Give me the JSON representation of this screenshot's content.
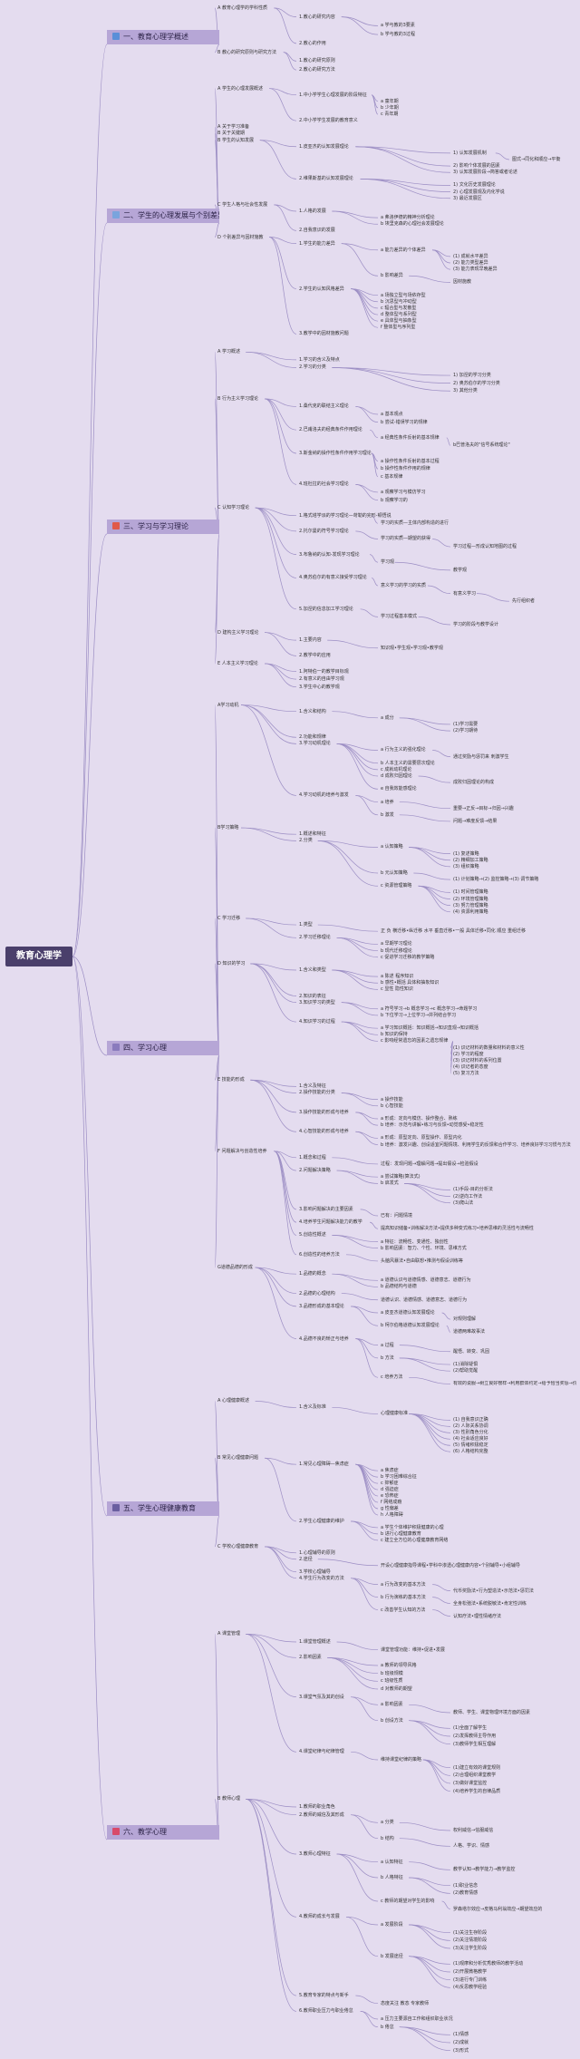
{
  "root": "教育心理学",
  "colors": {
    "line": "#9c8ec4",
    "root_bg": "#4a3f6b",
    "section_bg": "#b6a6d6"
  },
  "sections": [
    {
      "title": "一、教育心理学概述",
      "icon": "doc-icon",
      "icon_color": "#5a8fd8",
      "items": [
        "A 教育心理学的学科性质",
        "1.教心的研究内容",
        "a 学与教的3要素",
        "b 学与教的3过程",
        "2.教心的作用",
        "B 教心的研究原则与研究方法",
        "1.教心的研究原则",
        "2.教心的研究方法"
      ]
    },
    {
      "title": "二、学生的心理发展与个别差异",
      "icon": "puzzle-icon",
      "icon_color": "#7aa4dd",
      "items": [
        "A 学生的心理发展概述",
        "1.中小学学生心理发展的阶段特征",
        "a 童年期",
        "b 少年期",
        "c 青年期",
        "2.中小学学生发展的教育意义",
        "A 关于学习准备",
        "B 关于关键期",
        "B 学生的认知发展",
        "1.皮亚杰的认知发展理论",
        "1) 认知发展机制",
        "图式→同化和顺应→平衡",
        "2) 影响个体发展的因素",
        "3) 认知发展阶段→简答或者论述",
        "2.维果斯基的认知发展理论",
        "1) 文化历史发展理论",
        "2) 心理发展观及内化学说",
        "3) 最近发展区",
        "C 学生人格与社会性发展",
        "1.人格的发展",
        "a 弗洛伊德的精神分析理论",
        "b 埃里克森的心理社会发展理论",
        "2.自我意识的发展",
        "D 个别差异与因材施教",
        "1.学生的能力差异",
        "a 能力差异的个体差异",
        "(1) 成就水平差异",
        "(2) 能力类型差异",
        "(3) 能力表现早晚差异",
        "b 影响差异",
        "因材施教",
        "2.学生的认知风格差异",
        "a 场独立型与场依存型",
        "b 沉思型与冲动型",
        "c 辐合型与发散型",
        "d 整体型与系列型",
        "e 具体型与抽象型",
        "f 整体型与序列型",
        "3.教学中的因材施教问题"
      ]
    },
    {
      "title": "三、学习与学习理论",
      "icon": "fire-icon",
      "icon_color": "#e05a4a",
      "items": [
        "A 学习概述",
        "1.学习的含义及特点",
        "2.学习的分类",
        "1) 加涅的学习分类",
        "2) 奥苏伯尔的学习分类",
        "3) 其他分类",
        "B 行为主义学习理论",
        "1.桑代克的联结主义理论",
        "a 基本观点",
        "b 尝试-错误学习的规律",
        "2.巴甫洛夫的经典条件作用理论",
        "a 经典性条件反射的基本规律",
        "b巴普洛夫的\"信号系统理论\"",
        "3.斯金纳的操作性条件作用学习理论",
        "a 操作性条件反射的基本过程",
        "b 操作性条件作用的规律",
        "c 基本规律",
        "4.班杜拉的社会学习理论",
        "a 观察学习与模仿学习",
        "b 观察学习的",
        "C 认知学习理论",
        "1.格式塔学派的学习理论—苛勒的完形-顿悟说",
        "学习的实质—主体内部构造的进行",
        "2.托尔曼的符号学习理论",
        "学习的实质—期望的获得",
        "学习过程—形成认知地图的过程",
        "3.布鲁纳的认知-发现学习理论",
        "学习观",
        "教学观",
        "4.奥苏伯尔的有意义接受学习理论",
        "意义学习的学习的实质",
        "有意义学习",
        "先行组织者",
        "5.加涅的信息加工学习理论",
        "学习过程基本模式",
        "学习的阶段与教学设计",
        "D 建构主义学习理论",
        "1.主要内容",
        "知识观•学生观•学习观•教学观",
        "2.教学中的应用",
        "E 人本主义学习理论",
        "1.阿特伯一的教学目标观",
        "2.有意义的自由学习观",
        "3.学生中心的教学观"
      ]
    },
    {
      "title": "四、学习心理",
      "icon": "box-icon",
      "icon_color": "#8a7bbd",
      "items": [
        "A学习动机",
        "1.含义和结构",
        "a 成分",
        "(1)学习需要",
        "(2)学习期待",
        "2.功能和规律",
        "3.学习动机理论",
        "a 行为主义的强化理论",
        "通过奖励与惩罚来 刺激学生",
        "b 人本主义的需要层次理论",
        "c 成就动机理论",
        "d 成败归因理论",
        "成败归因理论的构成",
        "e 自我效能感理论",
        "4.学习动机的培养与激发",
        "a 培养",
        "重要→正反→目标→归因→兴趣",
        "b 激发",
        "问题→难度反馈→结果",
        "B学习策略",
        "1.概述和特征",
        "2.分类",
        "a 认知策略",
        "(1) 复述策略",
        "(2) 精细加工策略",
        "(3) 组织策略",
        "b 元认知策略",
        "(1) 计划策略→(2) 监控策略→(3) 调节策略",
        "c 资源管理策略",
        "(1) 时间管理策略",
        "(2) 环境管理策略",
        "(3) 努力管理策略",
        "(4) 资源利用策略",
        "C 学习迁移",
        "1.类型",
        "正 负 横迁移•纵迁移 水平 垂直迁移•一般 具体迁移•同化 顺应 重组迁移",
        "2.学习迁移理论",
        "a 早期学习理论",
        "b 现代迁移理论",
        "c 促进学习迁移的教学策略",
        "D 知识的学习",
        "1.含义和类型",
        "a 陈述 程序知识",
        "b 感性•概括 具体和抽象知识",
        "c 显性 隐性知识",
        "2.知识的表征",
        "3.知识学习的类型",
        "a 符号学习→b 概念学习→c 概念学习→命题学习",
        "b 下位学习→上位学习→并列结合学习",
        "4.知识学习的过程",
        "a 学习知识概括：知识概括→知识直观→知识概括",
        "b 知识的保持",
        "c 影响经常遗忘的因素之遗忘规律",
        "(1) 识记材料的数量和材料的意义性",
        "(2) 学习的程度",
        "(3) 识记材料的系列位置",
        "(4) 识记者的态度",
        "(5) 复习方法",
        "E 技能的形成",
        "1.含义及特征",
        "2.操作技能的分类",
        "a 操作技能",
        "b 心智技能",
        "3.操作技能的形成与培养",
        "a 形成：定向与模仿、操作整合、熟练",
        "b 培养：示范与讲解•练习与反馈•动觉感受•稳定性",
        "4.心智技能的形成与培养",
        "a 形成：原型定向、原型操作、原型内化",
        "b 培养：激发兴趣、创设适宜问题情境、利用学生的反馈和合作学习、培养良好学习习惯与方法",
        "F 问题解决与创造性培养",
        "1.概念和过程",
        "过程：发现问题→理解问题→提出假设→检验假设",
        "2.问题解决策略",
        "a 尝试策略(算法式)",
        "b 启发式",
        "(1)手段-目的分析法",
        "(2)逆向工作法",
        "(3)爬山法",
        "3.影响问题解决的主要因素",
        "已有：问题情境",
        "4.培养学生问题解决能力的教学",
        "提高知识储备•训练解决方法•提供多种变式练习•培养思维的灵活性与流畅性",
        "5.创造性概述",
        "a 特征：流畅性、变通性、独创性",
        "b 影响因素：智力、个性、环境、思维方式",
        "6.创造性的培养方法",
        "头脑风暴法•自由联想•推测与假设训练等",
        "G道德品德的形成",
        "1.品德的概念",
        "a 道德认识与道德情感、道德意志、道德行为",
        "b 品德结构与道德",
        "2.品德的心理结构",
        "道德认识、道德情感、道德意志、道德行为",
        "3.品德形成的基本理论",
        "a 皮亚杰道德认知发展理论",
        "对规则理解",
        "b 柯尔伯格道德认知发展理论",
        "道德两难故事法",
        "4.品德不良的矫正与培养",
        "a 过程",
        "醒悟、转变、巩固",
        "b 方法",
        "(1)消除疑惧",
        "(2)帮助觉醒",
        "c 培养方法",
        "有效的说服→树立良好榜样→利用群体约定→给予恰当奖惩→价值辨析"
      ]
    },
    {
      "title": "五、学生心理健康教育",
      "icon": "mask-icon",
      "icon_color": "#6a5fa0",
      "items": [
        "A 心理健康概述",
        "1.含义及标准",
        "心理健康标准",
        "(1) 自我意识正确",
        "(2) 人际关系协调",
        "(3) 性别角色分化",
        "(4) 社会适应良好",
        "(5) 情绪积极稳定",
        "(6) 人格结构完整",
        "B 常见心理健康问题",
        "1.常见心理障碍—焦虑症",
        "a 焦虑症",
        "b 学习困难综合征",
        "c 抑郁症",
        "d 强迫症",
        "e 恐怖症",
        "f 网络成瘾",
        "g 性偏差",
        "h 人格障碍",
        "2.学生心理健康的维护",
        "a 学生个体维护积极健康的心理",
        "b 进行心理健康教育",
        "c 建立全方位的心理健康教育网络",
        "C 学校心理健康教育",
        "1.心理辅导的原则",
        "2.途径",
        "开设心理健康指导课程•学科中渗透心理健康内容•个别辅导•小组辅导",
        "3.学校心理辅导",
        "4.学生行为改变的方法",
        "a 行为改变的基本方法",
        "代币奖励法•行为塑造法•示范法•惩罚法",
        "b 行为演练的基本方法",
        "全身松弛法•系统脱敏法•肯定性训练",
        "c 改善学生认知的方法",
        "认知疗法•理性情绪疗法"
      ]
    },
    {
      "title": "六、教学心理",
      "icon": "heart-icon",
      "icon_color": "#d84a6a",
      "items": [
        "A 课堂管理",
        "1.课堂管理概述",
        "课堂管理功能：维持•促进•发展",
        "2.影响因素",
        "a 教师的领导风格",
        "b 班级规模",
        "c 班级性质",
        "d 对教师的期望",
        "3.课堂气氛及其的创设",
        "a 影响因素",
        "教师、学生、课堂物理环境方面的因素",
        "b 创设方法",
        "(1)全面了解学生",
        "(2)发挥教师主导作用",
        "(3)教师学生相互理解",
        "4.课堂纪律与纪律管理",
        "维持课堂纪律的策略",
        "(1)建立有效的课堂规则",
        "(2)合理组织课堂教学",
        "(3)做好课堂监控",
        "(4)培养学生的自律品质",
        "B 教师心理",
        "1.教师的职业角色",
        "2.教师的威信及其形成",
        "a 分类",
        "权利威信→信服威信",
        "b 结构",
        "人格、学识、情感",
        "3.教师心理特征",
        "a 认知特征",
        "教学认知→教学能力→教学监控",
        "b 人格特征",
        "(1)职业信念",
        "(2)教育情感",
        "c 教师的期望对学生的影响",
        "罗森塔尔效应→皮格马利翁效应→期望效应的",
        "4.教师的成长与发展",
        "a 发展阶段",
        "(1)关注生存阶段",
        "(2)关注情境阶段",
        "(3)关注学生阶段",
        "b 发展途径",
        "(1)观摩和分析优秀教师的教学活动",
        "(2)开展微格教学",
        "(3)进行专门训练",
        "(4)反思教学经验",
        "5.教育专家的特点与新手",
        "态度关注 教态 专家教师",
        "6.教师职业压力与职业倦怠",
        "a 压力主要源自工作和组织职业状况",
        "b 倦怠",
        "(1)情感",
        "(2)成就",
        "(3)形式"
      ]
    }
  ]
}
